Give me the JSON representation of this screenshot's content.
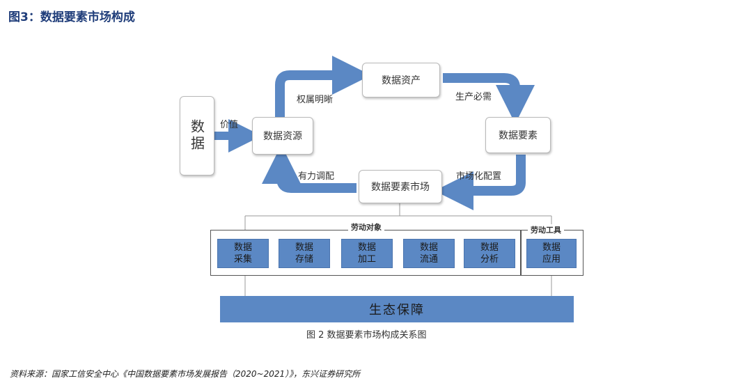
{
  "title": "图3：数据要素市场构成",
  "nodes": {
    "data": "数据",
    "resource": "数据资源",
    "asset": "数据资产",
    "element": "数据要素",
    "market": "数据要素市场"
  },
  "edges": {
    "value": "价值",
    "ownership": "权属明晰",
    "production": "生产必需",
    "marketization": "市场化配置",
    "allocation": "有力调配"
  },
  "groups": {
    "labor_objects": "劳动对象",
    "labor_tools": "劳动工具"
  },
  "cells": [
    {
      "line1": "数据",
      "line2": "采集"
    },
    {
      "line1": "数据",
      "line2": "存储"
    },
    {
      "line1": "数据",
      "line2": "加工"
    },
    {
      "line1": "数据",
      "line2": "流通"
    },
    {
      "line1": "数据",
      "line2": "分析"
    },
    {
      "line1": "数据",
      "line2": "应用"
    }
  ],
  "bar_label": "生态保障",
  "caption": "图 2  数据要素市场构成关系图",
  "source": "资料来源：国家工信安全中心《中国数据要素市场发展报告（2020~2021）》，东兴证券研究所",
  "colors": {
    "arrow": "#5b88c4",
    "cell": "#5b88c4",
    "title": "#1f3d7a"
  }
}
